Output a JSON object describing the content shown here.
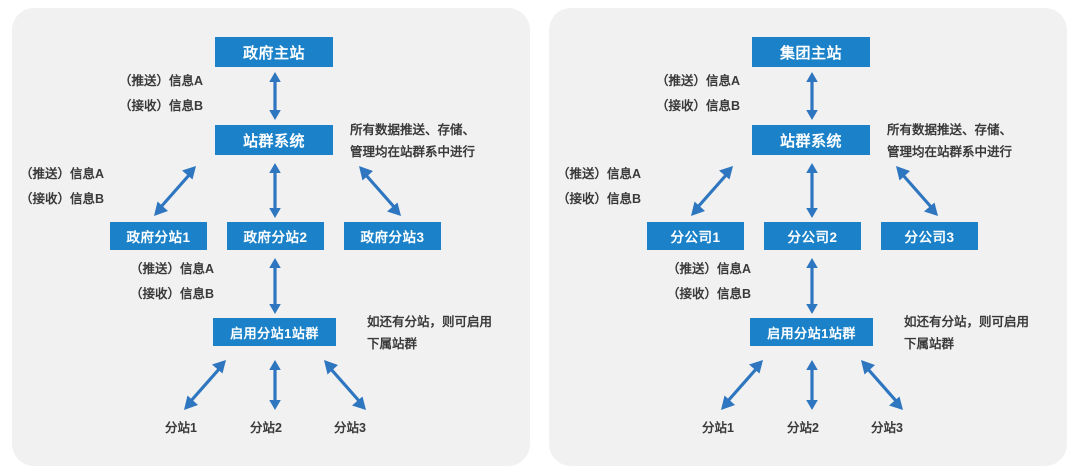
{
  "theme": {
    "panel_bg": "#f1f1f1",
    "node_fill": "#1b82c9",
    "node_text": "#ffffff",
    "arrow_color": "#2f76c0",
    "note_text": "#3a3a3a"
  },
  "panels": [
    {
      "id": "government",
      "nodes": {
        "root": "政府主站",
        "system": "站群系统",
        "branch1": "政府分站1",
        "branch2": "政府分站2",
        "branch3": "政府分站3",
        "subsystem": "启用分站1站群"
      },
      "notes": {
        "top_push": "（推送）信息A",
        "top_receive": "（接收）信息B",
        "mid_push": "（推送）信息A",
        "mid_receive": "（接收）信息B",
        "low_push": "（推送）信息A",
        "low_receive": "（接收）信息B",
        "right_upper_line1": "所有数据推送、存储、",
        "right_upper_line2": "管理均在站群系中进行",
        "right_lower_line1": "如还有分站，则可启用",
        "right_lower_line2": "下属站群"
      },
      "leaves": [
        "分站1",
        "分站2",
        "分站3"
      ]
    },
    {
      "id": "group",
      "nodes": {
        "root": "集团主站",
        "system": "站群系统",
        "branch1": "分公司1",
        "branch2": "分公司2",
        "branch3": "分公司3",
        "subsystem": "启用分站1站群"
      },
      "notes": {
        "top_push": "（推送）信息A",
        "top_receive": "（接收）信息B",
        "mid_push": "（推送）信息A",
        "mid_receive": "（接收）信息B",
        "low_push": "（推送）信息A",
        "low_receive": "（接收）信息B",
        "right_upper_line1": "所有数据推送、存储、",
        "right_upper_line2": "管理均在站群系中进行",
        "right_lower_line1": "如还有分站，则可启用",
        "right_lower_line2": "下属站群"
      },
      "leaves": [
        "分站1",
        "分站2",
        "分站3"
      ]
    }
  ]
}
